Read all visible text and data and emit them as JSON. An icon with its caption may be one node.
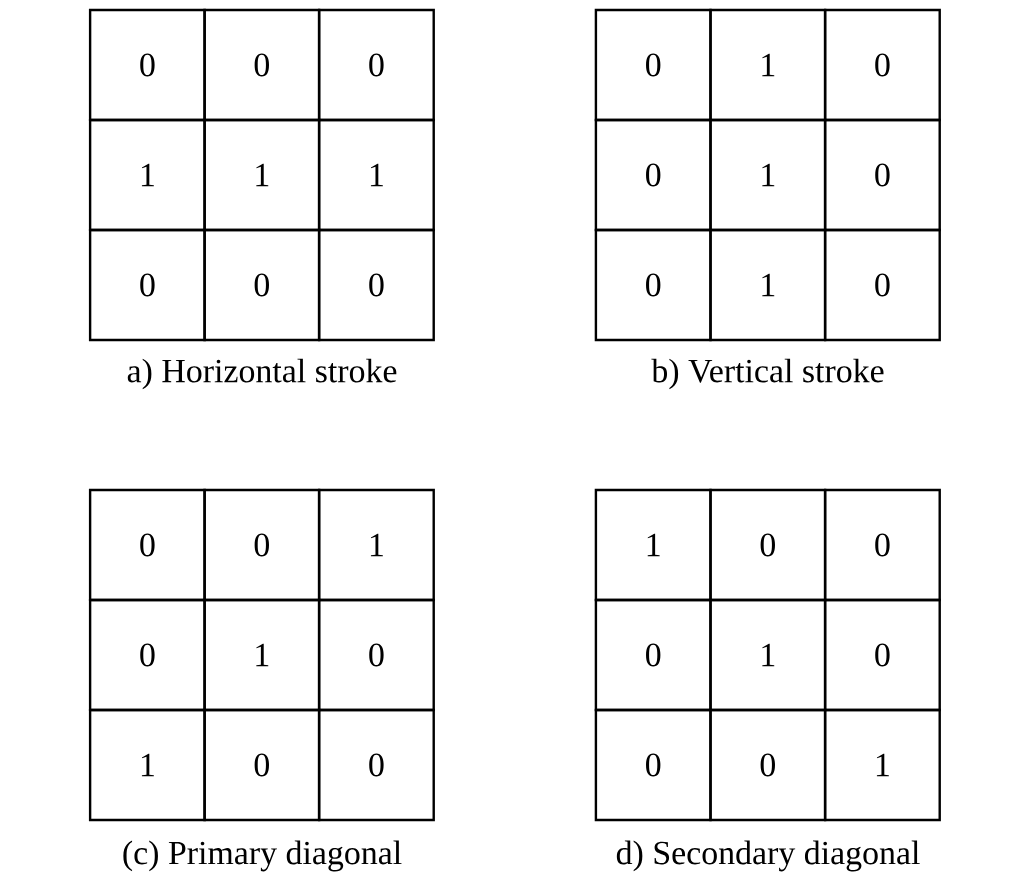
{
  "diagram": {
    "labels": [
      "0",
      "0",
      "0",
      "1",
      "1",
      "1",
      "0",
      "0",
      "0",
      "a) Horizontal stroke",
      "0",
      "1",
      "0",
      "0",
      "1",
      "0",
      "0",
      "1",
      "0",
      "b) Vertical stroke",
      "0",
      "0",
      "1",
      "0",
      "1",
      "0",
      "1",
      "0",
      "0",
      "(c) Primary diagonal",
      "1",
      "0",
      "0",
      "0",
      "1",
      "0",
      "0",
      "0",
      "1",
      "d) Secondary diagonal"
    ]
  }
}
